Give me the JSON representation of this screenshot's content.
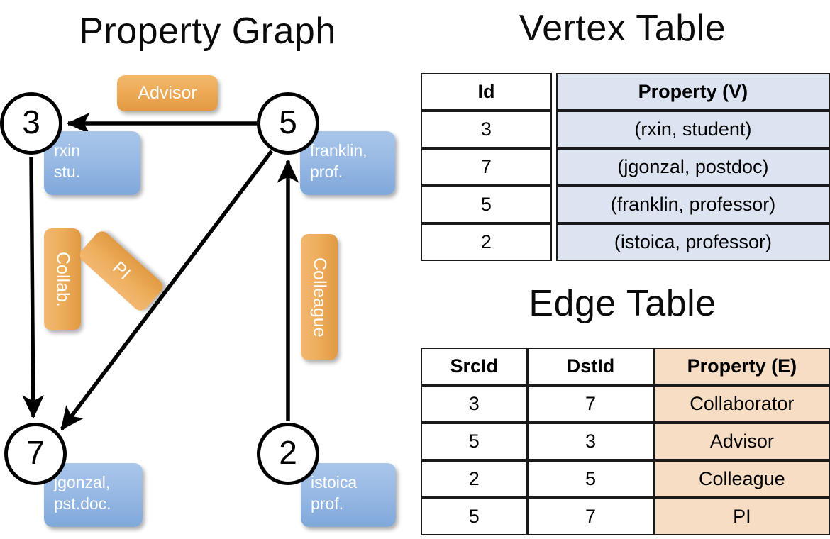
{
  "titles": {
    "property_graph": "Property Graph",
    "vertex_table": "Vertex Table",
    "edge_table": "Edge Table"
  },
  "colors": {
    "vertex_property_cell": "#dce4f2",
    "edge_property_cell": "#f6ddc4",
    "node_box_blue": "#7fa8db",
    "edge_label_orange": "#e09a43",
    "stroke": "#000000"
  },
  "graph": {
    "nodes": [
      {
        "id": "3",
        "property_line1": "rxin",
        "property_line2": "stu."
      },
      {
        "id": "5",
        "property_line1": "franklin,",
        "property_line2": "prof."
      },
      {
        "id": "7",
        "property_line1": "jgonzal,",
        "property_line2": "pst.doc."
      },
      {
        "id": "2",
        "property_line1": "istoica",
        "property_line2": "prof."
      }
    ],
    "edge_labels": [
      {
        "name": "advisor",
        "text": "Advisor"
      },
      {
        "name": "collab",
        "text": "Collab."
      },
      {
        "name": "pi",
        "text": "PI"
      },
      {
        "name": "colleague",
        "text": "Colleague"
      }
    ]
  },
  "vertex_table": {
    "headers": [
      "Id",
      "Property (V)"
    ],
    "rows": [
      {
        "id": "3",
        "property": "(rxin, student)"
      },
      {
        "id": "7",
        "property": "(jgonzal, postdoc)"
      },
      {
        "id": "5",
        "property": "(franklin, professor)"
      },
      {
        "id": "2",
        "property": "(istoica, professor)"
      }
    ]
  },
  "edge_table": {
    "headers": [
      "SrcId",
      "DstId",
      "Property (E)"
    ],
    "rows": [
      {
        "src": "3",
        "dst": "7",
        "property": "Collaborator"
      },
      {
        "src": "5",
        "dst": "3",
        "property": "Advisor"
      },
      {
        "src": "2",
        "dst": "5",
        "property": "Colleague"
      },
      {
        "src": "5",
        "dst": "7",
        "property": "PI"
      }
    ]
  }
}
